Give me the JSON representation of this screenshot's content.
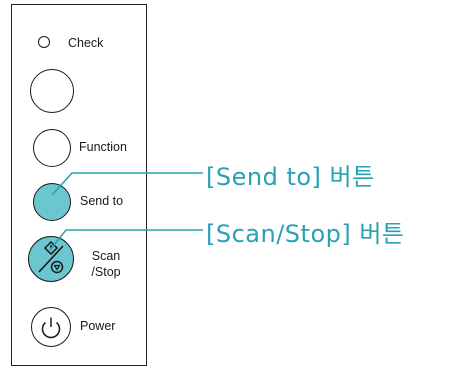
{
  "panel": {
    "check_label": "Check",
    "function_label": "Function",
    "send_to_label": "Send to",
    "scan_label_line1": "Scan",
    "scan_label_line2": "/Stop",
    "power_label": "Power"
  },
  "callouts": {
    "send_to": "[Send to] 버튼",
    "scan_stop": "[Scan/Stop] 버튼"
  },
  "colors": {
    "accent": "#2aa0b5",
    "button_fill": "#6cc6cf",
    "outline": "#1a1a1a"
  }
}
